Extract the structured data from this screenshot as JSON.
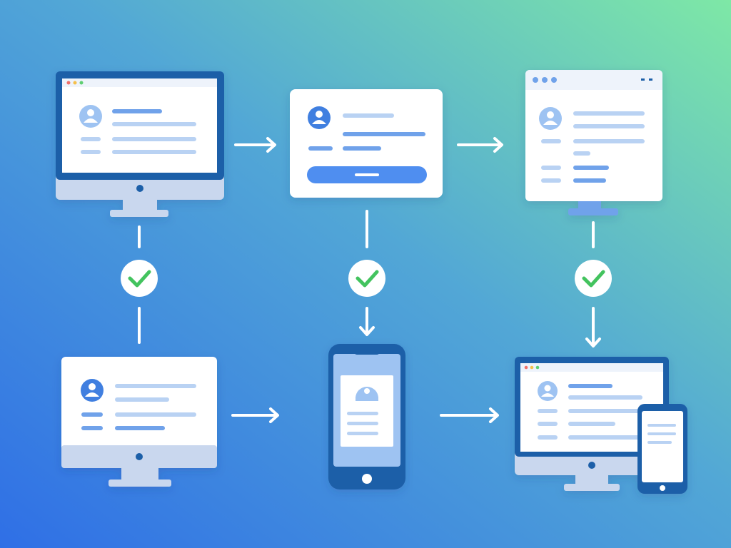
{
  "diagram": {
    "background": {
      "gradient_start": "#2f6fe6",
      "gradient_mid": "#52a7d6",
      "gradient_end": "#7ee8a6"
    },
    "colors": {
      "frame_dark": "#1f5fa8",
      "frame_light": "#c9d7ee",
      "screen": "#ffffff",
      "panel_bar": "#eef3fb",
      "placeholder_line": "#b9d2f3",
      "accent_line": "#6fa2ea",
      "avatar": "#3f7fe0",
      "avatar_light": "#9ec3f2",
      "button": "#4f8ef0",
      "arrow": "#ffffff",
      "check_bg": "#ffffff",
      "check_mark": "#43c35e",
      "dot_red": "#f0706a",
      "dot_yellow": "#f5c04c",
      "dot_green": "#5fcf72"
    },
    "nodes": [
      {
        "id": "desktop-profile-view",
        "device": "desktop-monitor",
        "content": "profile-card"
      },
      {
        "id": "login-form-card",
        "device": "card",
        "content": "form-with-button"
      },
      {
        "id": "browser-profile-view",
        "device": "browser-monitor",
        "content": "profile-details"
      },
      {
        "id": "desktop-profile-view-2",
        "device": "desktop-monitor",
        "content": "profile-card"
      },
      {
        "id": "phone-profile-view",
        "device": "smartphone",
        "content": "profile-card"
      },
      {
        "id": "responsive-desktop-and-phone",
        "device": "monitor-with-phone",
        "content": "profile-card"
      }
    ],
    "connectors": [
      {
        "from": "desktop-profile-view",
        "to": "login-form-card",
        "kind": "arrow"
      },
      {
        "from": "login-form-card",
        "to": "browser-profile-view",
        "kind": "arrow"
      },
      {
        "from": "desktop-profile-view",
        "to": "desktop-profile-view-2",
        "kind": "check-line"
      },
      {
        "from": "login-form-card",
        "to": "phone-profile-view",
        "kind": "check-arrow"
      },
      {
        "from": "browser-profile-view",
        "to": "responsive-desktop-and-phone",
        "kind": "check-arrow"
      },
      {
        "from": "desktop-profile-view-2",
        "to": "phone-profile-view",
        "kind": "arrow"
      },
      {
        "from": "phone-profile-view",
        "to": "responsive-desktop-and-phone",
        "kind": "arrow"
      }
    ],
    "icons": [
      "user-avatar-icon",
      "check-icon",
      "arrow-right-icon",
      "arrow-down-icon",
      "lock-icon"
    ]
  }
}
